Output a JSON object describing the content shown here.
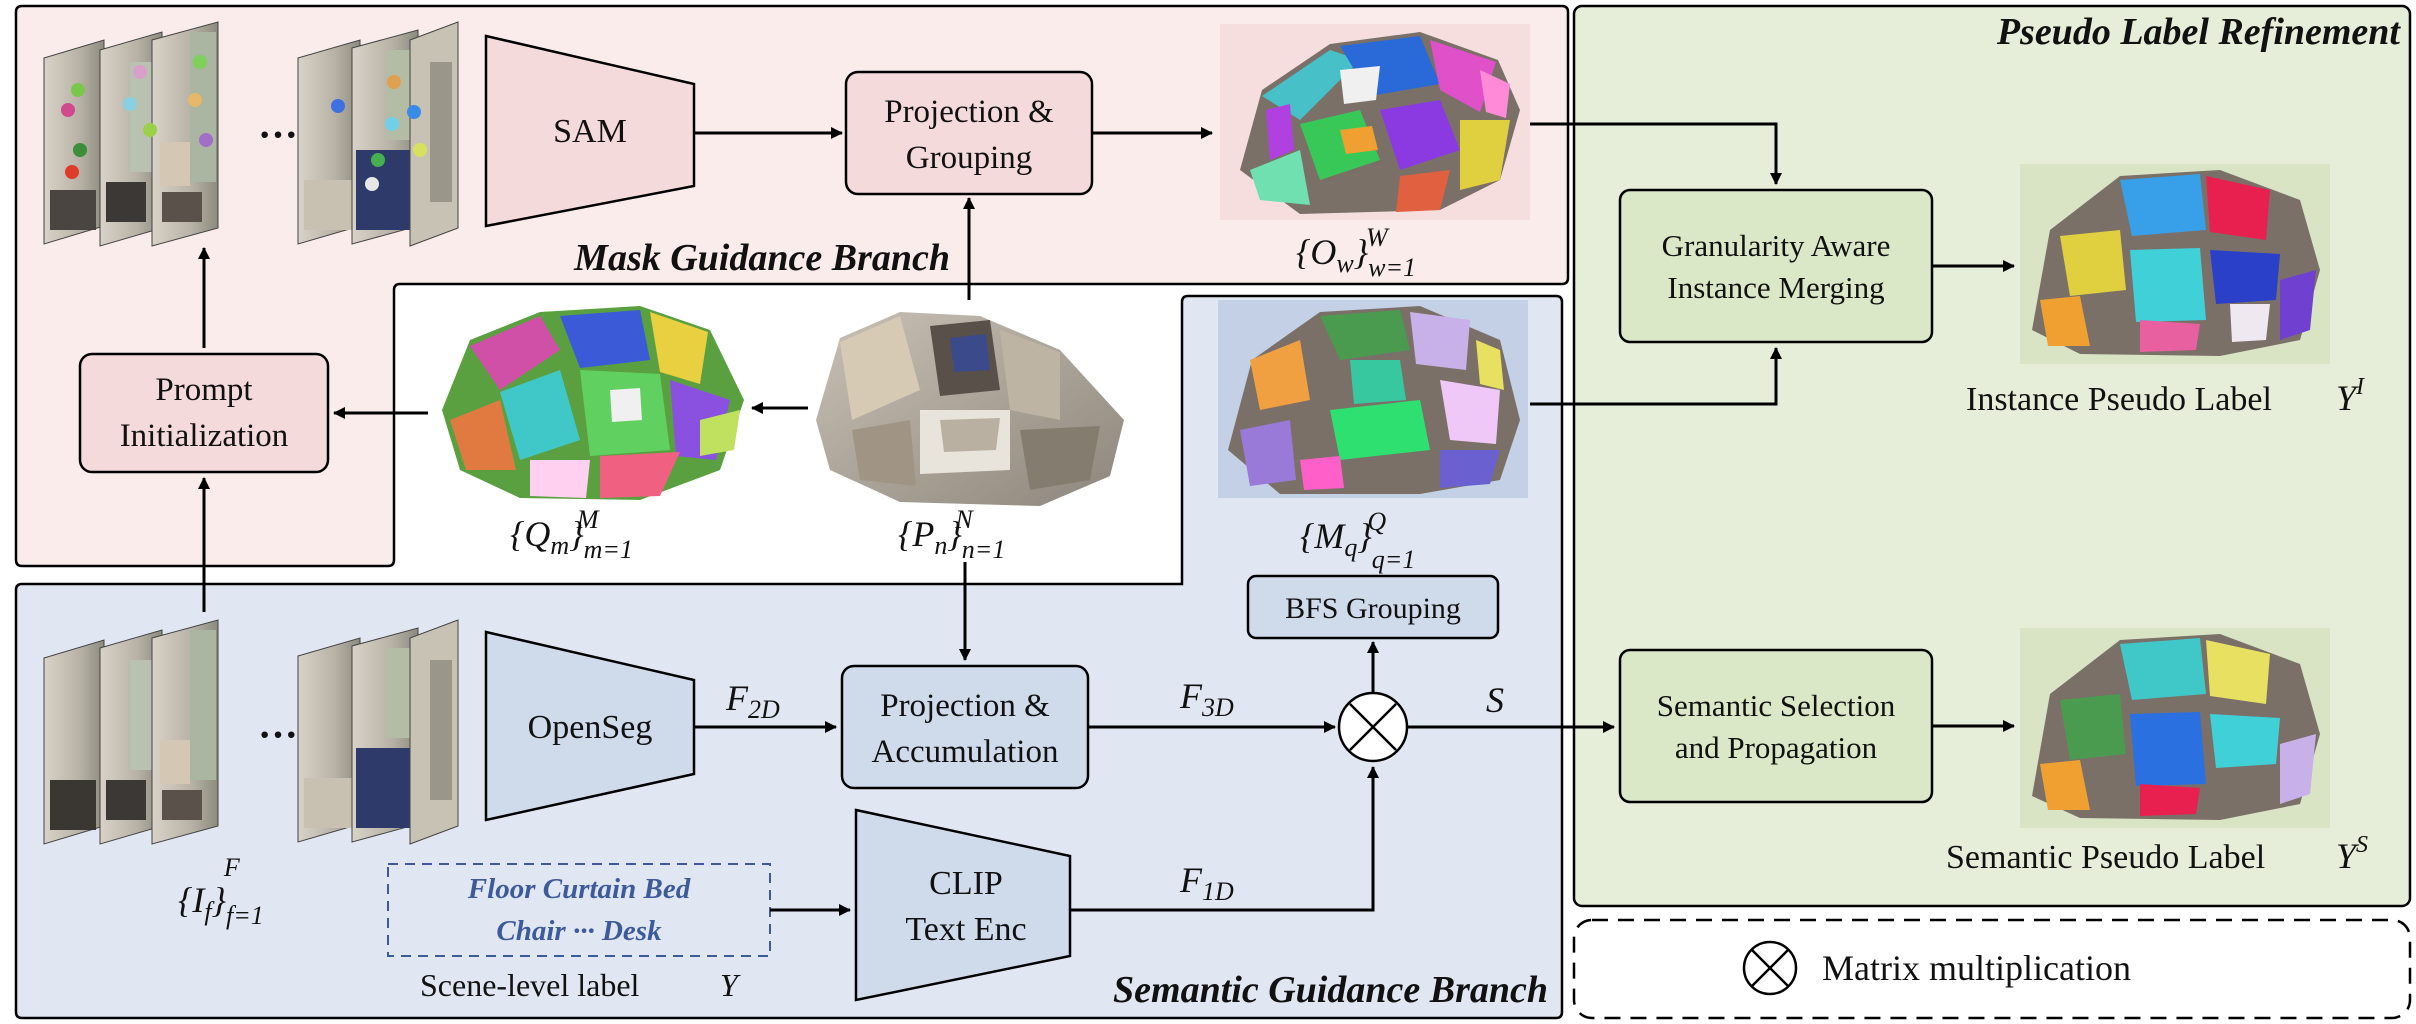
{
  "branches": {
    "mask": "Mask Guidance Branch",
    "semantic": "Semantic Guidance Branch",
    "refine": "Pseudo Label Refinement"
  },
  "modules": {
    "sam": "SAM",
    "proj_group_1": "Projection &",
    "proj_group_2": "Grouping",
    "prompt_1": "Prompt",
    "prompt_2": "Initialization",
    "openseg": "OpenSeg",
    "proj_acc_1": "Projection &",
    "proj_acc_2": "Accumulation",
    "clip_1": "CLIP",
    "clip_2": "Text Enc",
    "bfs": "BFS Grouping",
    "gam_1": "Granularity Aware",
    "gam_2": "Instance Merging",
    "ssp_1": "Semantic Selection",
    "ssp_2": "and Propagation"
  },
  "notation": {
    "O": "{O_w}_{w=1}^W",
    "Q": "{Q_m}_{m=1}^M",
    "P": "{P_n}_{n=1}^N",
    "M": "{M_q}_{q=1}^Q",
    "I": "{I_f}_{f=1}^F",
    "F2D": "F_2D",
    "F3D": "F_3D",
    "F1D": "F_1D",
    "S": "S"
  },
  "scene_label": {
    "line1": "Floor Curtain Bed",
    "line2": "Chair ··· Desk",
    "caption": "Scene-level label",
    "symbol": "Y"
  },
  "outputs": {
    "instance_caption": "Instance Pseudo Label",
    "instance_symbol": "Y^I",
    "semantic_caption": "Semantic Pseudo Label",
    "semantic_symbol": "Y^S"
  },
  "legend": {
    "text": "Matrix multiplication"
  },
  "ellipsis": "···",
  "colors": {
    "mask_bg": "#f9ecea",
    "mask_box": "#f4dada",
    "semantic_bg": "#e1e7f2",
    "semantic_box": "#cfdaeb",
    "refine_bg": "#e6edd8",
    "refine_box": "#dae8c8",
    "label_text": "#3d5a99"
  }
}
